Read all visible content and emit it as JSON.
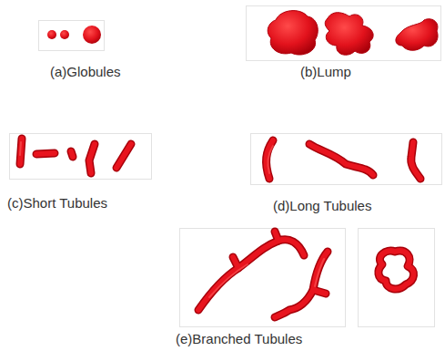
{
  "diagram": {
    "labels": [
      "(a)Globules",
      "(b)Lump",
      "(c)Short Tubules",
      "(d)Long Tubules",
      "(e)Branched Tubules"
    ]
  }
}
